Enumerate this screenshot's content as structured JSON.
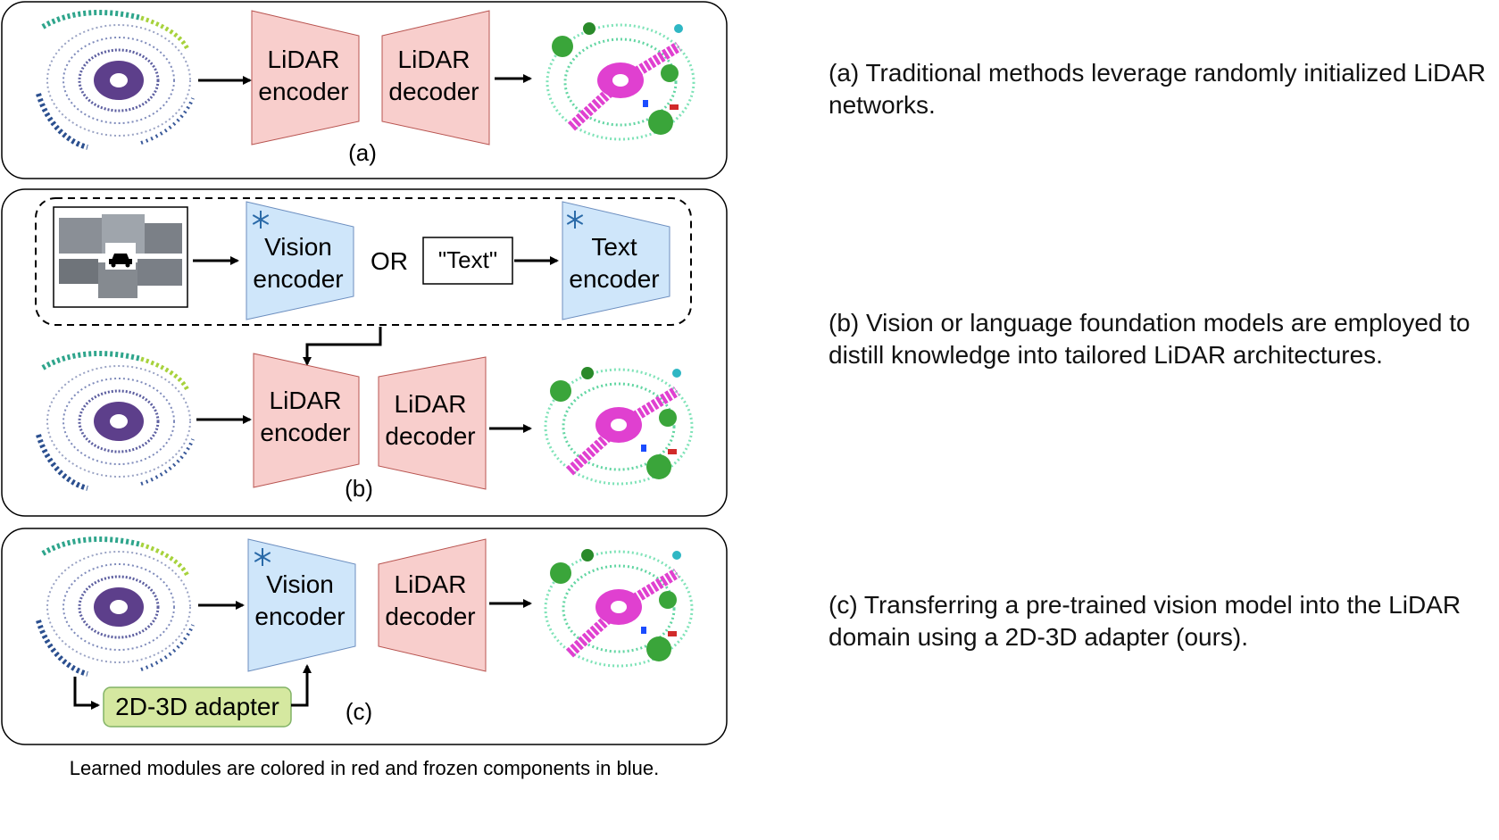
{
  "panels": {
    "a": {
      "encoder": [
        "LiDAR",
        "encoder"
      ],
      "decoder": [
        "LiDAR",
        "decoder"
      ],
      "label": "(a)"
    },
    "b": {
      "vision_encoder": [
        "Vision",
        "encoder"
      ],
      "or_text": "OR",
      "text_box": "\"Text\"",
      "text_encoder": [
        "Text",
        "encoder"
      ],
      "encoder": [
        "LiDAR",
        "encoder"
      ],
      "decoder": [
        "LiDAR",
        "decoder"
      ],
      "label": "(b)"
    },
    "c": {
      "vision_encoder": [
        "Vision",
        "encoder"
      ],
      "decoder": [
        "LiDAR",
        "decoder"
      ],
      "adapter": "2D-3D adapter",
      "label": "(c)"
    }
  },
  "caption": "Learned modules are colored in red and frozen components in blue.",
  "descriptions": {
    "a": "(a) Traditional methods leverage randomly initialized LiDAR networks.",
    "b": "(b) Vision or language foundation models are employed to distill knowledge into tailored LiDAR architectures.",
    "c": "(c) Transferring a pre-trained vision model into the LiDAR domain using a 2D-3D adapter (ours)."
  },
  "colors": {
    "learned": "#f8cecc",
    "frozen": "#cfe6fa",
    "adapter": "#d5e8a0",
    "snowflake": "#2a6aa8"
  }
}
